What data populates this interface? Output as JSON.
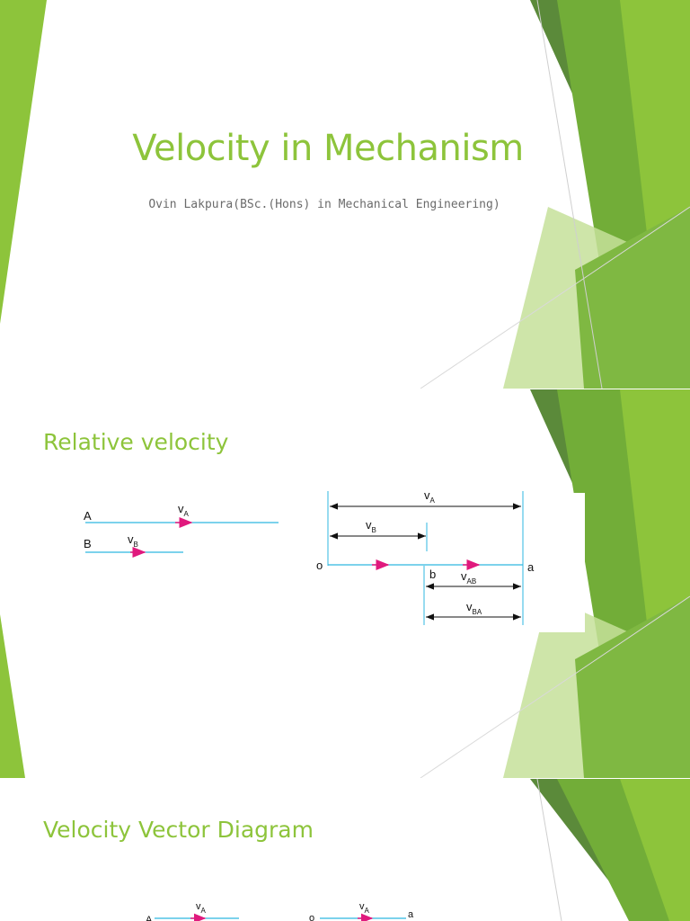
{
  "slides": [
    {
      "title": "Velocity in Mechanism",
      "subtitle": "Ovin Lakpura(BSc.(Hons) in Mechanical Engineering)"
    },
    {
      "heading": "Relative velocity",
      "diagram": {
        "left": {
          "point_a": "A",
          "point_b": "B",
          "v": "v",
          "sub_a": "A",
          "sub_b": "B"
        },
        "right": {
          "o": "o",
          "a": "a",
          "b": "b",
          "v": "v",
          "sub_a": "A",
          "sub_b": "B",
          "sub_ab": "AB",
          "sub_ba": "BA"
        }
      }
    },
    {
      "heading": "Velocity Vector Diagram",
      "diagram": {
        "point_a": "A",
        "v": "v",
        "sub_a": "A",
        "o": "o",
        "a": "a"
      }
    }
  ],
  "colors": {
    "accent": "#8dc43b",
    "green_dark": "#5b8a3a",
    "green_mid": "#72ad38",
    "green_light": "#c5e09a",
    "line_cyan": "#2fb7e0",
    "arrow_magenta": "#e0197d",
    "subtitle_gray": "#6b6b6b"
  }
}
